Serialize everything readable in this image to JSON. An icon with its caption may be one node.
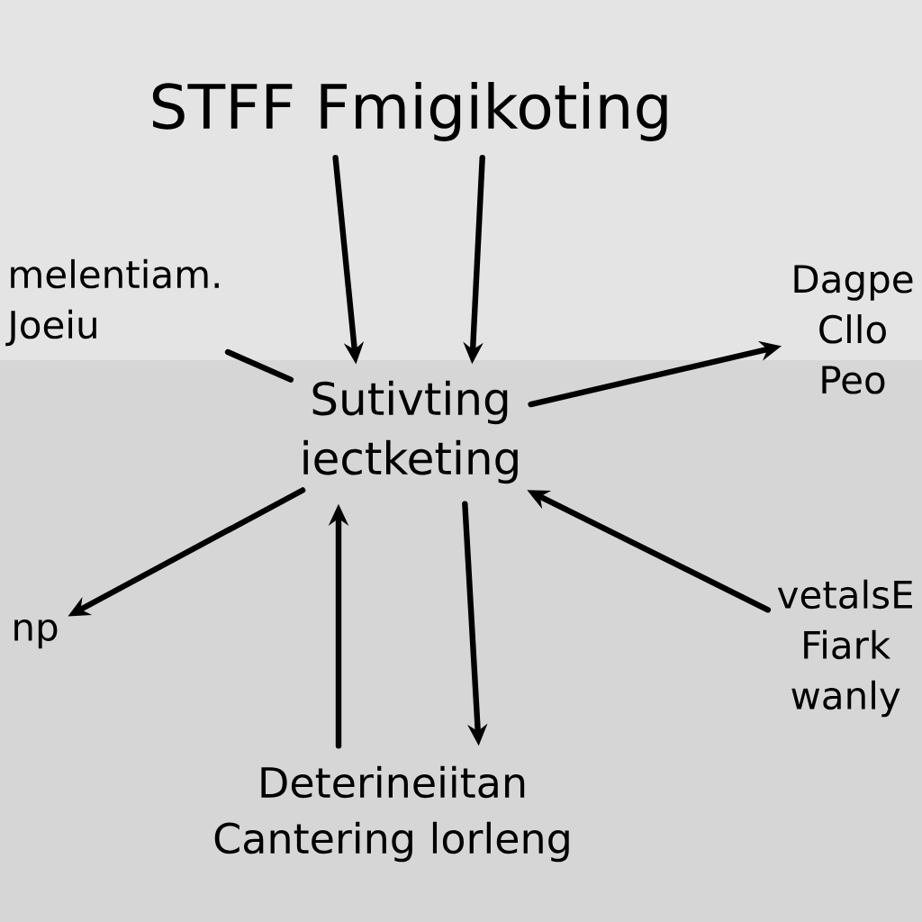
{
  "diagram": {
    "nodes": [
      {
        "text": [
          "STFF Fmigikoting"
        ]
      },
      {
        "text": [
          "melentiam.",
          "Joeiu"
        ]
      },
      {
        "text": [
          "Sutivting",
          "iectketing"
        ]
      },
      {
        "text": [
          "Dagpe",
          "Cllo",
          "Peo"
        ]
      },
      {
        "text": [
          "np"
        ]
      },
      {
        "text": [
          "vetalsE",
          "Fiark",
          "wanly"
        ]
      },
      {
        "text": [
          "Deterineiitan",
          "Cantering lorleng"
        ]
      }
    ],
    "edges": [
      {
        "from": 0,
        "to": 2,
        "arrow": "to"
      },
      {
        "from": 0,
        "to": 2,
        "arrow": "to"
      },
      {
        "from": 1,
        "to": 2,
        "arrow": "none"
      },
      {
        "from": 2,
        "to": 3,
        "arrow": "to"
      },
      {
        "from": 2,
        "to": 4,
        "arrow": "to"
      },
      {
        "from": 5,
        "to": 2,
        "arrow": "to"
      },
      {
        "from": 6,
        "to": 2,
        "arrow": "to"
      },
      {
        "from": 2,
        "to": 6,
        "arrow": "to"
      }
    ]
  }
}
